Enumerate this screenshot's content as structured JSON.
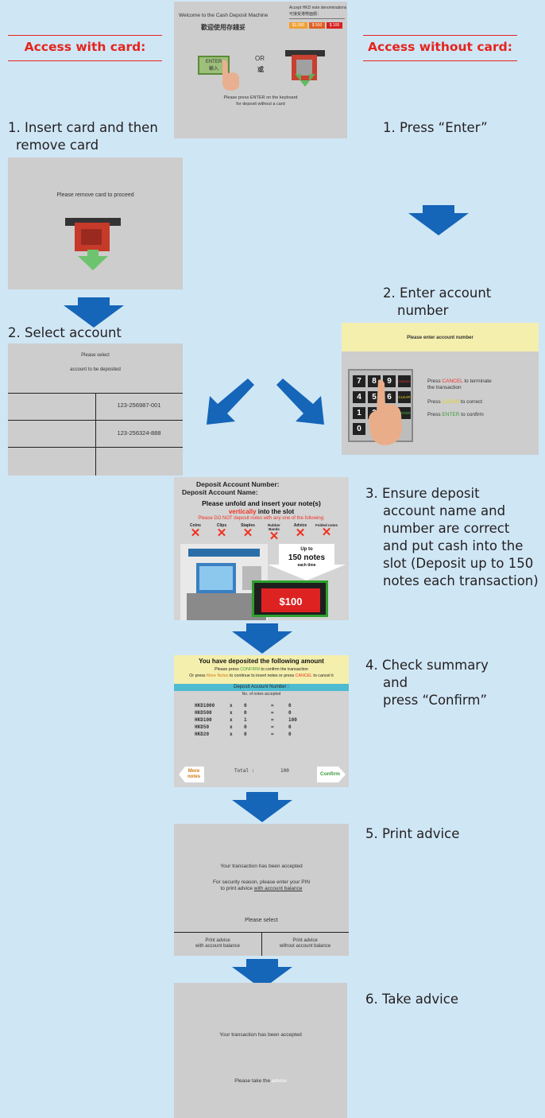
{
  "headers": {
    "with_card": "Access with card:",
    "without_card": "Access without card:"
  },
  "welcome": {
    "line1": "Welcome to the Cash Deposit Machine",
    "line2": "歡迎使用存錢妥",
    "accept_en": "Accept HKD note denominations",
    "accept_zh": "可接受港幣面額：",
    "denoms": [
      "$1,000",
      "$ 500",
      "$ 100"
    ],
    "enter_en": "ENTER",
    "enter_zh": "輸入",
    "or_en": "OR",
    "or_zh": "或",
    "note1": "Please press ENTER on the keyboard",
    "note2": "for deposit without a card"
  },
  "left_steps": {
    "s1a": "1. Insert card and then",
    "s1b": "remove card",
    "s2": "2. Select account"
  },
  "right_steps": {
    "s1": "1. Press “Enter”",
    "s2a": "2. Enter account",
    "s2b": "number",
    "s3": [
      "3. Ensure deposit",
      "account name and",
      "number are correct",
      "and put cash into the",
      "slot (Deposit up to 150",
      "notes each transaction)"
    ],
    "s4": [
      "4. Check summary",
      "and",
      "press “Confirm”"
    ],
    "s5": "5. Print advice",
    "s6": "6. Take advice"
  },
  "remove_card": {
    "text": "Please remove card to proceed"
  },
  "select_account": {
    "title1": "Please select",
    "title2": "account to be deposited",
    "accounts": [
      "123-256987-001",
      "123-256324-888"
    ]
  },
  "enter_account": {
    "title": "Please enter account number",
    "keys": [
      "7",
      "8",
      "9",
      "CANCEL",
      "4",
      "5",
      "6",
      "CLEAR",
      "1",
      "2",
      "3",
      "ENTER",
      "0"
    ],
    "cancel_pre": "Press ",
    "cancel_word": "CANCEL",
    "cancel_post": " to terminate",
    "cancel_line2": "the transaction",
    "clear_pre": "Press ",
    "clear_word": "CLEAR",
    "clear_post": " to correct",
    "enter_pre": "Press ",
    "enter_word": "ENTER",
    "enter_post": " to confirm"
  },
  "deposit_screen": {
    "acct_num": "Deposit Account Number:",
    "acct_name": "Deposit Account Name:",
    "unfold": "Please unfold and insert your note(s)",
    "vertically": "vertically",
    "into_slot": " into the slot",
    "warning": "Please DO NOT deposit notes with any one of the following:",
    "items": [
      "Coins",
      "Clips",
      "Staples",
      "Rubber Bands",
      "Advice",
      "Folded notes"
    ],
    "up_to": "Up to",
    "notes": "150 notes",
    "each_time": "each time",
    "note_value": "$100"
  },
  "summary": {
    "title": "You have deposited the following amount",
    "line1_pre": "Please press ",
    "line1_word": "CONFIRM",
    "line1_post": " to confirm the transaction",
    "line2_pre": "Or press ",
    "line2_word1": "More Notes",
    "line2_mid": " to continue to insert notes or press ",
    "line2_word2": "CANCEL",
    "line2_post": " to cancel it",
    "bar": "Deposit Account Number :",
    "col": "No. of notes accepted",
    "rows": [
      {
        "d": "HKD1000",
        "x": "x",
        "n": "0",
        "e": "=",
        "v": "0"
      },
      {
        "d": "HKD500",
        "x": "x",
        "n": "0",
        "e": "=",
        "v": "0"
      },
      {
        "d": "HKD100",
        "x": "x",
        "n": "1",
        "e": "=",
        "v": "100"
      },
      {
        "d": "HKD50",
        "x": "x",
        "n": "0",
        "e": "=",
        "v": "0"
      },
      {
        "d": "HKD20",
        "x": "x",
        "n": "0",
        "e": "=",
        "v": "0"
      }
    ],
    "total_label": "Total :",
    "total_value": "100",
    "more1": "More",
    "more2": "notes",
    "confirm": "Confirm"
  },
  "print_advice": {
    "accepted": "Your transaction has been accepted",
    "security1": "For security reason, please enter your PIN",
    "security2_pre": "to print advice ",
    "security2_u": "with account balance",
    "select": "Please select",
    "opt1a": "Print advice",
    "opt1b": "with account balance",
    "opt2a": "Print advice",
    "opt2b": "without account balance"
  },
  "take_advice": {
    "accepted": "Your transaction has been accepted",
    "take_pre": "Please take the ",
    "take_word": "advice"
  },
  "colors": {
    "arrow": "#1565b8",
    "header": "#e5241d",
    "screen": "#cdcdcd",
    "cancel": "#e32",
    "clear": "#d8c400",
    "enter": "#3a9a3a"
  }
}
